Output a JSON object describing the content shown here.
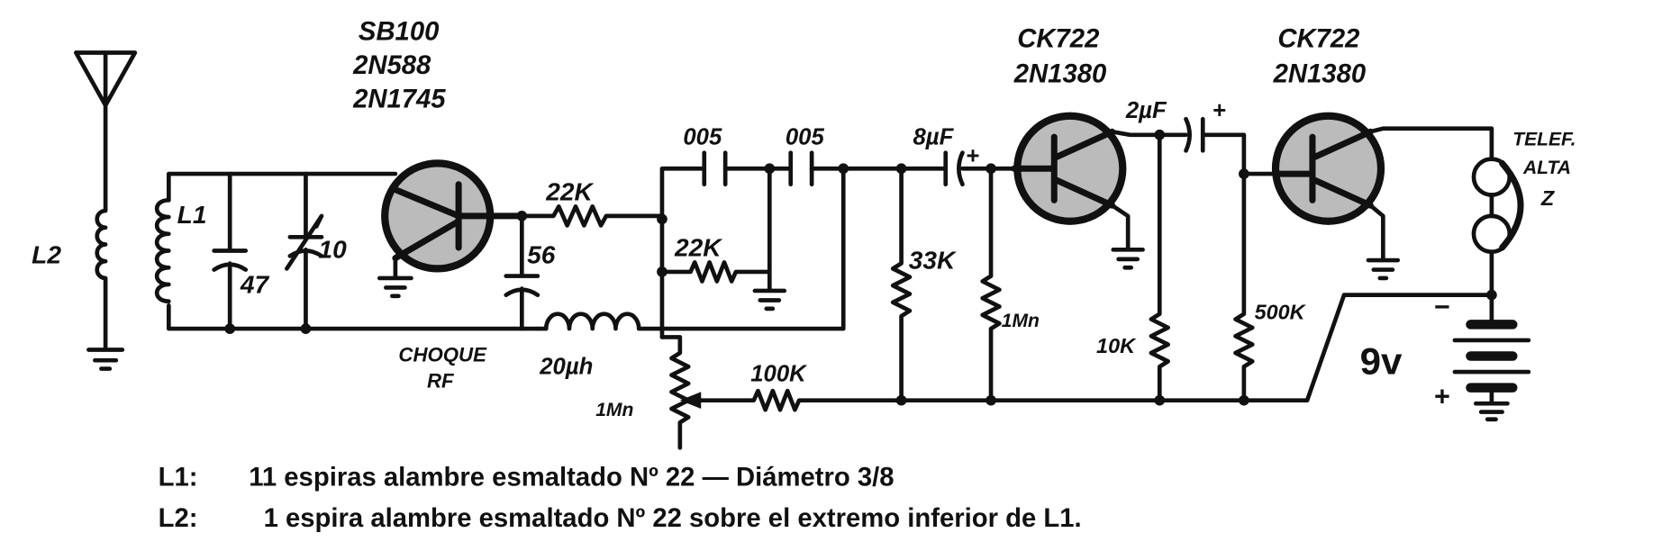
{
  "transistors": [
    {
      "id": "q1",
      "labels": [
        "SB100",
        "2N588",
        "2N1745"
      ]
    },
    {
      "id": "q2",
      "labels": [
        "CK722",
        "2N1380"
      ]
    },
    {
      "id": "q3",
      "labels": [
        "CK722",
        "2N1380"
      ]
    }
  ],
  "components": {
    "l1": "L1",
    "l2": "L2",
    "c47": "47",
    "c10": "10",
    "c56": "56",
    "r22k_a": "22K",
    "r22k_b": "22K",
    "c005_a": "005",
    "c005_b": "005",
    "c8uf": "8µF",
    "c2uf": "2µF",
    "r33k": "33K",
    "r1mn": "1Mn",
    "r10k": "10K",
    "r500k": "500K",
    "r100k": "100K",
    "pot1mn": "1Mn",
    "choke_line1": "CHOQUE",
    "choke_line2": "RF",
    "choke_value": "20µh",
    "phone_line1": "TELEF.",
    "phone_line2": "ALTA",
    "phone_line3": "Z",
    "battery": "9v",
    "bat_minus": "−",
    "bat_plus": "+",
    "plus_a": "+",
    "plus_b": "+"
  },
  "notes": [
    {
      "label": "L1:",
      "text": "11 espiras alambre esmaltado Nº 22 — Diámetro 3/8"
    },
    {
      "label": "L2:",
      "text": "1 espira alambre esmaltado Nº 22 sobre el extremo inferior de L1."
    }
  ]
}
